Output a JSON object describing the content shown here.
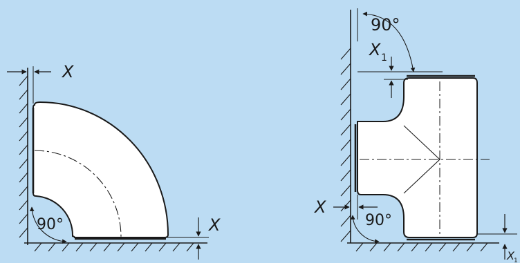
{
  "colors": {
    "background": "#bcdcf3",
    "ink": "#1a1a1a",
    "fitting": "#ffffff"
  },
  "elbow": {
    "gap_label": "X",
    "angle_label": "90°",
    "bottom_gap_label": "X"
  },
  "tee": {
    "angle_top_label": "90°",
    "gap_top_label": "X",
    "gap_top_subscript": "1",
    "gap_left_label": "X",
    "angle_bottom_label": "90°",
    "bottom_gap_label": "X",
    "bottom_gap_subscript": "1"
  }
}
